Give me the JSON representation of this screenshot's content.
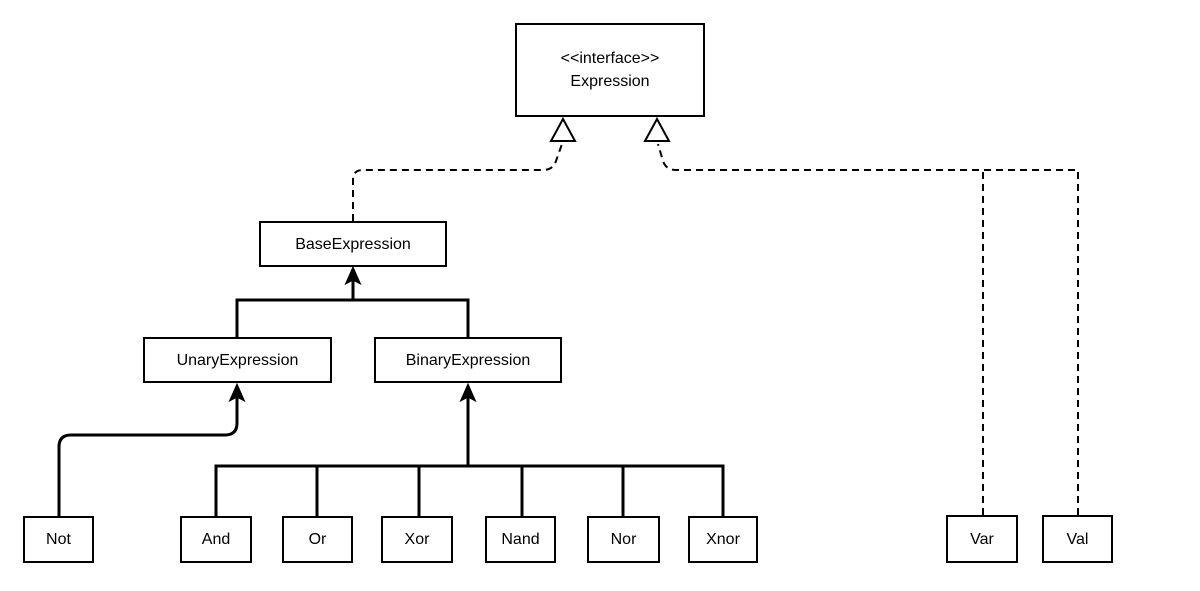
{
  "nodes": {
    "expression": {
      "stereotype": "<<interface>>",
      "label": "Expression"
    },
    "base_expression": {
      "label": "BaseExpression"
    },
    "unary_expression": {
      "label": "UnaryExpression"
    },
    "binary_expression": {
      "label": "BinaryExpression"
    },
    "not": {
      "label": "Not"
    },
    "and": {
      "label": "And"
    },
    "or": {
      "label": "Or"
    },
    "xor": {
      "label": "Xor"
    },
    "nand": {
      "label": "Nand"
    },
    "nor": {
      "label": "Nor"
    },
    "xnor": {
      "label": "Xnor"
    },
    "var": {
      "label": "Var"
    },
    "val": {
      "label": "Val"
    }
  },
  "edges": [
    {
      "from": "BaseExpression",
      "to": "Expression",
      "type": "realization",
      "line": "dashed",
      "arrow": "hollow-triangle"
    },
    {
      "from": "Var",
      "to": "Expression",
      "type": "realization",
      "line": "dashed",
      "arrow": "hollow-triangle"
    },
    {
      "from": "Val",
      "to": "Expression",
      "type": "realization",
      "line": "dashed",
      "arrow": "hollow-triangle"
    },
    {
      "from": "UnaryExpression",
      "to": "BaseExpression",
      "type": "generalization",
      "line": "solid",
      "arrow": "filled"
    },
    {
      "from": "BinaryExpression",
      "to": "BaseExpression",
      "type": "generalization",
      "line": "solid",
      "arrow": "filled"
    },
    {
      "from": "Not",
      "to": "UnaryExpression",
      "type": "generalization",
      "line": "solid",
      "arrow": "filled"
    },
    {
      "from": "And",
      "to": "BinaryExpression",
      "type": "generalization",
      "line": "solid",
      "arrow": "filled"
    },
    {
      "from": "Or",
      "to": "BinaryExpression",
      "type": "generalization",
      "line": "solid",
      "arrow": "filled"
    },
    {
      "from": "Xor",
      "to": "BinaryExpression",
      "type": "generalization",
      "line": "solid",
      "arrow": "filled"
    },
    {
      "from": "Nand",
      "to": "BinaryExpression",
      "type": "generalization",
      "line": "solid",
      "arrow": "filled"
    },
    {
      "from": "Nor",
      "to": "BinaryExpression",
      "type": "generalization",
      "line": "solid",
      "arrow": "filled"
    },
    {
      "from": "Xnor",
      "to": "BinaryExpression",
      "type": "generalization",
      "line": "solid",
      "arrow": "filled"
    }
  ],
  "colors": {
    "stroke": "#000000",
    "node_fill": "#ffffff",
    "background": "#ffffff"
  }
}
